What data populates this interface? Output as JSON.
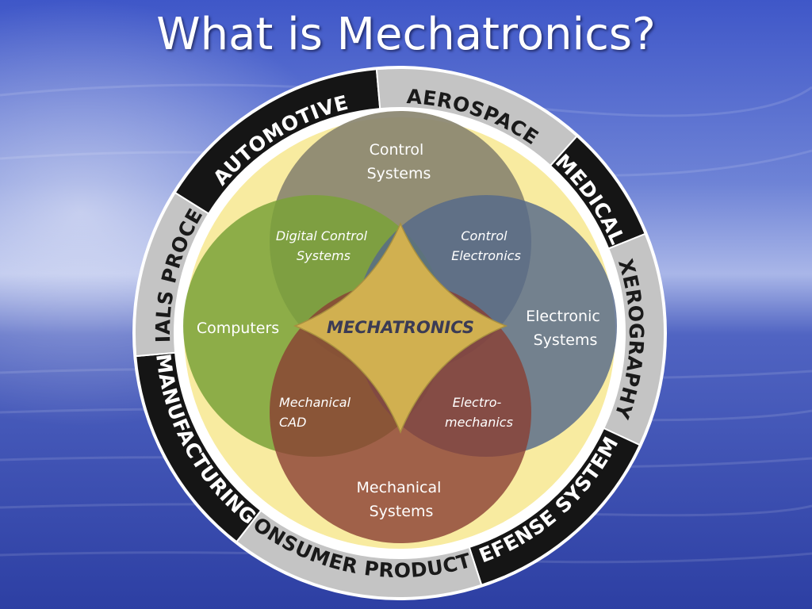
{
  "slide": {
    "title": "What is Mechatronics?"
  },
  "ring": {
    "segments": [
      {
        "id": "automotive",
        "label": "AUTOMOTIVE",
        "tone": "dark",
        "start": -58,
        "end": -5
      },
      {
        "id": "aerospace",
        "label": "AEROSPACE",
        "tone": "light",
        "start": -5,
        "end": 42
      },
      {
        "id": "medical",
        "label": "MEDICAL",
        "tone": "dark",
        "start": 42,
        "end": 68
      },
      {
        "id": "xerography",
        "label": "XEROGRAPHY",
        "tone": "light",
        "start": 68,
        "end": 115
      },
      {
        "id": "defense",
        "label": "DEFENSE SYSTEMS",
        "tone": "dark",
        "start": 115,
        "end": 162
      },
      {
        "id": "consumer",
        "label": "CONSUMER PRODUCTS",
        "tone": "light",
        "start": 162,
        "end": 218
      },
      {
        "id": "manufacturing",
        "label": "MANUFACTURING",
        "tone": "dark",
        "start": 218,
        "end": 265
      },
      {
        "id": "materials",
        "label": "MATERIALS PROCESSING",
        "tone": "light",
        "start": 265,
        "end": 302
      }
    ]
  },
  "circles": {
    "control": {
      "line1": "Control",
      "line2": "Systems"
    },
    "computers": {
      "line1": "Computers"
    },
    "electronic": {
      "line1": "Electronic",
      "line2": "Systems"
    },
    "mechanical": {
      "line1": "Mechanical",
      "line2": "Systems"
    }
  },
  "overlaps": {
    "digital_control": {
      "line1": "Digital Control",
      "line2": "Systems"
    },
    "control_electronics": {
      "line1": "Control",
      "line2": "Electronics"
    },
    "mechanical_cad": {
      "line1": "Mechanical",
      "line2": "CAD"
    },
    "electromechanics": {
      "line1": "Electro-",
      "line2": "mechanics"
    }
  },
  "center": {
    "label": "MECHATRONICS"
  },
  "colors": {
    "control": "#8a8570",
    "computers": "#7aa238",
    "electronic": "#55698a",
    "mechanical": "#8a3f33",
    "center": "#d1b050",
    "inner_disc": "#f8eba0",
    "ring_dark": "#151515",
    "ring_light": "#c4c4c4"
  }
}
